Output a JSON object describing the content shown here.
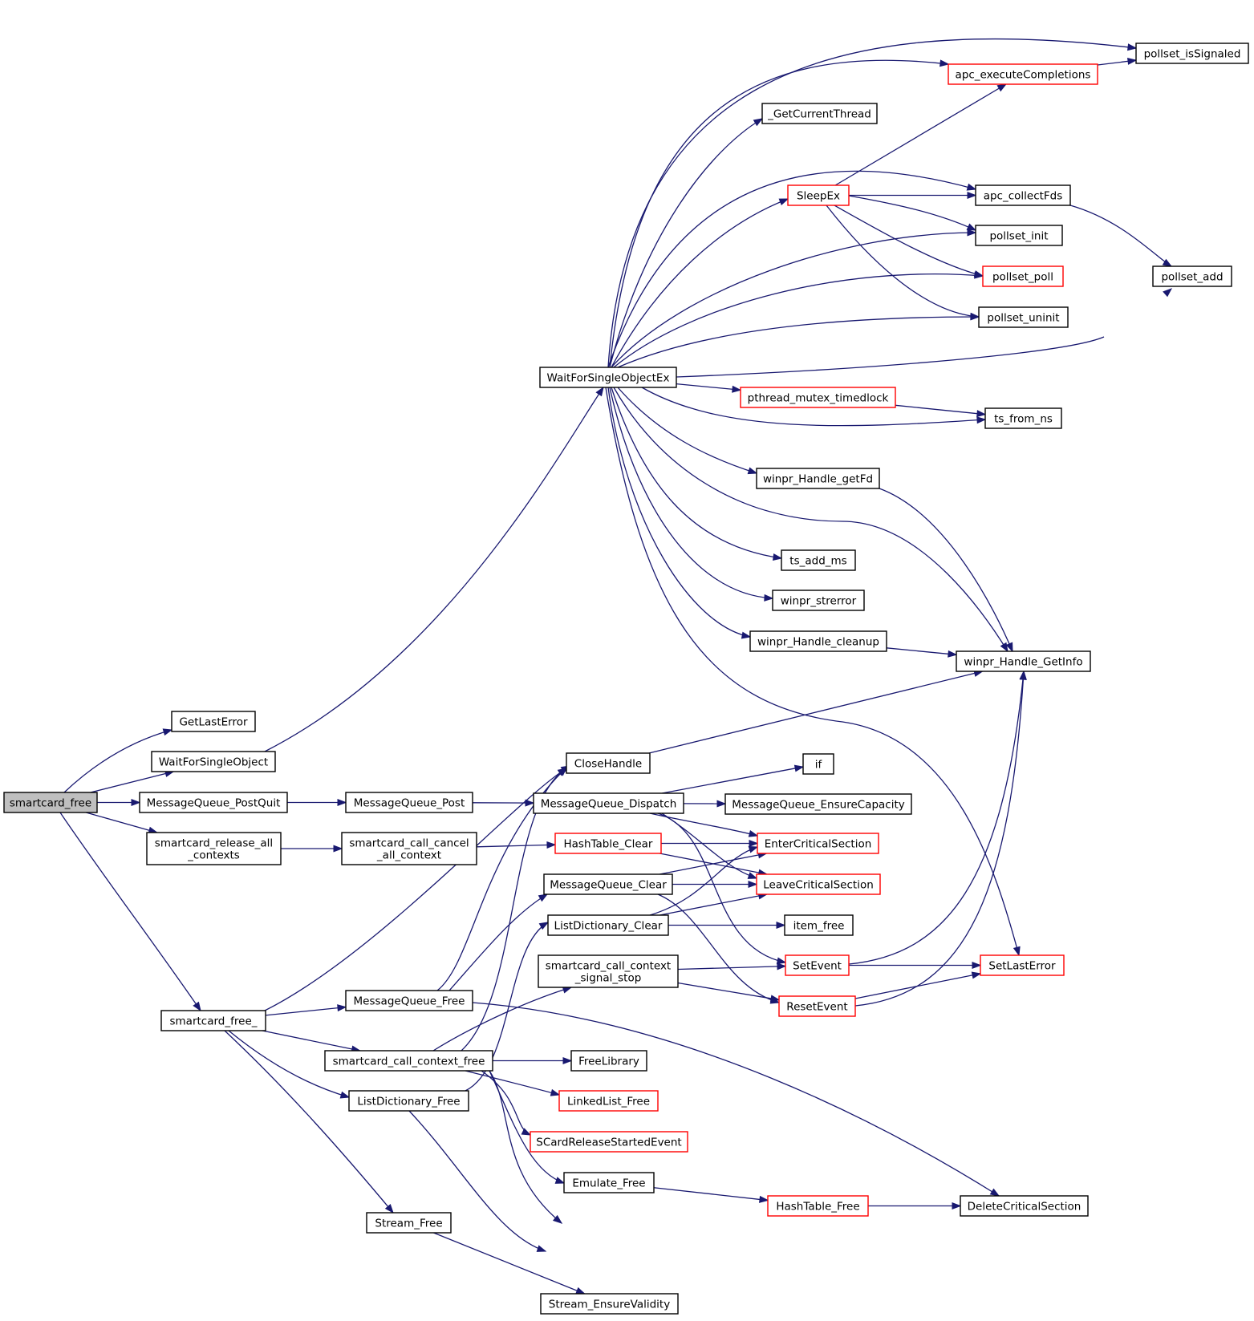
{
  "colors": {
    "edge": "#191970",
    "border_normal": "#000000",
    "border_truncated": "#ff0000",
    "root_fill": "#bfbfbf",
    "fill": "#ffffff"
  },
  "nodes": [
    {
      "id": "smartcard_free",
      "lines": [
        "smartcard_free"
      ],
      "style": "root"
    },
    {
      "id": "GetLastError",
      "lines": [
        "GetLastError"
      ],
      "style": "normal"
    },
    {
      "id": "WaitForSingleObject",
      "lines": [
        "WaitForSingleObject"
      ],
      "style": "normal"
    },
    {
      "id": "MessageQueue_PostQuit",
      "lines": [
        "MessageQueue_PostQuit"
      ],
      "style": "normal"
    },
    {
      "id": "smartcard_release_all_contexts",
      "lines": [
        "smartcard_release_all",
        "_contexts"
      ],
      "style": "normal"
    },
    {
      "id": "smartcard_free_",
      "lines": [
        "smartcard_free_"
      ],
      "style": "normal"
    },
    {
      "id": "MessageQueue_Post",
      "lines": [
        "MessageQueue_Post"
      ],
      "style": "normal"
    },
    {
      "id": "smartcard_call_cancel_all_context",
      "lines": [
        "smartcard_call_cancel",
        "_all_context"
      ],
      "style": "normal"
    },
    {
      "id": "MessageQueue_Free",
      "lines": [
        "MessageQueue_Free"
      ],
      "style": "normal"
    },
    {
      "id": "smartcard_call_context_free",
      "lines": [
        "smartcard_call_context_free"
      ],
      "style": "normal"
    },
    {
      "id": "ListDictionary_Free",
      "lines": [
        "ListDictionary_Free"
      ],
      "style": "normal"
    },
    {
      "id": "Stream_Free",
      "lines": [
        "Stream_Free"
      ],
      "style": "normal"
    },
    {
      "id": "WaitForSingleObjectEx",
      "lines": [
        "WaitForSingleObjectEx"
      ],
      "style": "normal"
    },
    {
      "id": "CloseHandle",
      "lines": [
        "CloseHandle"
      ],
      "style": "normal"
    },
    {
      "id": "MessageQueue_Dispatch",
      "lines": [
        "MessageQueue_Dispatch"
      ],
      "style": "normal"
    },
    {
      "id": "HashTable_Clear",
      "lines": [
        "HashTable_Clear"
      ],
      "style": "truncated"
    },
    {
      "id": "MessageQueue_Clear",
      "lines": [
        "MessageQueue_Clear"
      ],
      "style": "normal"
    },
    {
      "id": "ListDictionary_Clear",
      "lines": [
        "ListDictionary_Clear"
      ],
      "style": "normal"
    },
    {
      "id": "smartcard_call_context_signal_stop",
      "lines": [
        "smartcard_call_context",
        "_signal_stop"
      ],
      "style": "normal"
    },
    {
      "id": "FreeLibrary",
      "lines": [
        "FreeLibrary"
      ],
      "style": "normal"
    },
    {
      "id": "LinkedList_Free",
      "lines": [
        "LinkedList_Free"
      ],
      "style": "truncated"
    },
    {
      "id": "SCardReleaseStartedEvent",
      "lines": [
        "SCardReleaseStartedEvent"
      ],
      "style": "truncated"
    },
    {
      "id": "Emulate_Free",
      "lines": [
        "Emulate_Free"
      ],
      "style": "normal"
    },
    {
      "id": "Stream_EnsureValidity",
      "lines": [
        "Stream_EnsureValidity"
      ],
      "style": "normal"
    },
    {
      "id": "_GetCurrentThread",
      "lines": [
        "_GetCurrentThread"
      ],
      "style": "normal"
    },
    {
      "id": "SleepEx",
      "lines": [
        "SleepEx"
      ],
      "style": "truncated"
    },
    {
      "id": "apc_executeCompletions",
      "lines": [
        "apc_executeCompletions"
      ],
      "style": "truncated"
    },
    {
      "id": "pthread_mutex_timedlock",
      "lines": [
        "pthread_mutex_timedlock"
      ],
      "style": "truncated"
    },
    {
      "id": "winpr_Handle_getFd",
      "lines": [
        "winpr_Handle_getFd"
      ],
      "style": "normal"
    },
    {
      "id": "ts_add_ms",
      "lines": [
        "ts_add_ms"
      ],
      "style": "normal"
    },
    {
      "id": "winpr_strerror",
      "lines": [
        "winpr_strerror"
      ],
      "style": "normal"
    },
    {
      "id": "winpr_Handle_cleanup",
      "lines": [
        "winpr_Handle_cleanup"
      ],
      "style": "normal"
    },
    {
      "id": "if",
      "lines": [
        "if"
      ],
      "style": "normal"
    },
    {
      "id": "MessageQueue_EnsureCapacity",
      "lines": [
        "MessageQueue_EnsureCapacity"
      ],
      "style": "normal"
    },
    {
      "id": "EnterCriticalSection",
      "lines": [
        "EnterCriticalSection"
      ],
      "style": "truncated"
    },
    {
      "id": "LeaveCriticalSection",
      "lines": [
        "LeaveCriticalSection"
      ],
      "style": "truncated"
    },
    {
      "id": "item_free",
      "lines": [
        "item_free"
      ],
      "style": "normal"
    },
    {
      "id": "SetEvent",
      "lines": [
        "SetEvent"
      ],
      "style": "truncated"
    },
    {
      "id": "ResetEvent",
      "lines": [
        "ResetEvent"
      ],
      "style": "truncated"
    },
    {
      "id": "HashTable_Free",
      "lines": [
        "HashTable_Free"
      ],
      "style": "truncated"
    },
    {
      "id": "pollset_isSignaled",
      "lines": [
        "pollset_isSignaled"
      ],
      "style": "normal"
    },
    {
      "id": "apc_collectFds",
      "lines": [
        "apc_collectFds"
      ],
      "style": "normal"
    },
    {
      "id": "pollset_init",
      "lines": [
        "pollset_init"
      ],
      "style": "normal"
    },
    {
      "id": "pollset_poll",
      "lines": [
        "pollset_poll"
      ],
      "style": "truncated"
    },
    {
      "id": "pollset_uninit",
      "lines": [
        "pollset_uninit"
      ],
      "style": "normal"
    },
    {
      "id": "ts_from_ns",
      "lines": [
        "ts_from_ns"
      ],
      "style": "normal"
    },
    {
      "id": "winpr_Handle_GetInfo",
      "lines": [
        "winpr_Handle_GetInfo"
      ],
      "style": "normal"
    },
    {
      "id": "SetLastError",
      "lines": [
        "SetLastError"
      ],
      "style": "truncated"
    },
    {
      "id": "DeleteCriticalSection",
      "lines": [
        "DeleteCriticalSection"
      ],
      "style": "normal"
    },
    {
      "id": "pollset_add",
      "lines": [
        "pollset_add"
      ],
      "style": "normal"
    }
  ],
  "edges": [
    [
      "smartcard_free",
      "GetLastError"
    ],
    [
      "smartcard_free",
      "WaitForSingleObject"
    ],
    [
      "smartcard_free",
      "MessageQueue_PostQuit"
    ],
    [
      "smartcard_free",
      "smartcard_release_all_contexts"
    ],
    [
      "smartcard_free",
      "smartcard_free_"
    ],
    [
      "WaitForSingleObject",
      "WaitForSingleObjectEx"
    ],
    [
      "MessageQueue_PostQuit",
      "MessageQueue_Post"
    ],
    [
      "MessageQueue_Post",
      "MessageQueue_Dispatch"
    ],
    [
      "smartcard_release_all_contexts",
      "smartcard_call_cancel_all_context"
    ],
    [
      "smartcard_call_cancel_all_context",
      "HashTable_Clear"
    ],
    [
      "smartcard_free_",
      "CloseHandle"
    ],
    [
      "smartcard_free_",
      "MessageQueue_Free"
    ],
    [
      "smartcard_free_",
      "smartcard_call_context_free"
    ],
    [
      "smartcard_free_",
      "ListDictionary_Free"
    ],
    [
      "smartcard_free_",
      "Stream_Free"
    ],
    [
      "MessageQueue_Free",
      "CloseHandle"
    ],
    [
      "MessageQueue_Free",
      "MessageQueue_Clear"
    ],
    [
      "MessageQueue_Free",
      "DeleteCriticalSection"
    ],
    [
      "smartcard_call_context_free",
      "CloseHandle"
    ],
    [
      "smartcard_call_context_free",
      "smartcard_call_context_signal_stop"
    ],
    [
      "smartcard_call_context_free",
      "FreeLibrary"
    ],
    [
      "smartcard_call_context_free",
      "LinkedList_Free"
    ],
    [
      "smartcard_call_context_free",
      "SCardReleaseStartedEvent"
    ],
    [
      "smartcard_call_context_free",
      "Emulate_Free"
    ],
    [
      "smartcard_call_context_free",
      "HashTable_Free"
    ],
    [
      "ListDictionary_Free",
      "ListDictionary_Clear"
    ],
    [
      "ListDictionary_Free",
      "DeleteCriticalSection"
    ],
    [
      "Stream_Free",
      "Stream_EnsureValidity"
    ],
    [
      "CloseHandle",
      "winpr_Handle_GetInfo"
    ],
    [
      "MessageQueue_Dispatch",
      "if"
    ],
    [
      "MessageQueue_Dispatch",
      "MessageQueue_EnsureCapacity"
    ],
    [
      "MessageQueue_Dispatch",
      "EnterCriticalSection"
    ],
    [
      "MessageQueue_Dispatch",
      "LeaveCriticalSection"
    ],
    [
      "MessageQueue_Dispatch",
      "SetEvent"
    ],
    [
      "HashTable_Clear",
      "EnterCriticalSection"
    ],
    [
      "HashTable_Clear",
      "LeaveCriticalSection"
    ],
    [
      "MessageQueue_Clear",
      "EnterCriticalSection"
    ],
    [
      "MessageQueue_Clear",
      "LeaveCriticalSection"
    ],
    [
      "MessageQueue_Clear",
      "ResetEvent"
    ],
    [
      "ListDictionary_Clear",
      "EnterCriticalSection"
    ],
    [
      "ListDictionary_Clear",
      "LeaveCriticalSection"
    ],
    [
      "ListDictionary_Clear",
      "item_free"
    ],
    [
      "smartcard_call_context_signal_stop",
      "SetEvent"
    ],
    [
      "smartcard_call_context_signal_stop",
      "ResetEvent"
    ],
    [
      "Emulate_Free",
      "HashTable_Free"
    ],
    [
      "HashTable_Free",
      "DeleteCriticalSection"
    ],
    [
      "SetEvent",
      "winpr_Handle_GetInfo"
    ],
    [
      "SetEvent",
      "SetLastError"
    ],
    [
      "ResetEvent",
      "winpr_Handle_GetInfo"
    ],
    [
      "ResetEvent",
      "SetLastError"
    ],
    [
      "WaitForSingleObjectEx",
      "pollset_isSignaled"
    ],
    [
      "WaitForSingleObjectEx",
      "apc_executeCompletions"
    ],
    [
      "WaitForSingleObjectEx",
      "_GetCurrentThread"
    ],
    [
      "WaitForSingleObjectEx",
      "apc_collectFds"
    ],
    [
      "WaitForSingleObjectEx",
      "SleepEx"
    ],
    [
      "WaitForSingleObjectEx",
      "pollset_init"
    ],
    [
      "WaitForSingleObjectEx",
      "pollset_poll"
    ],
    [
      "WaitForSingleObjectEx",
      "pollset_uninit"
    ],
    [
      "WaitForSingleObjectEx",
      "pollset_add"
    ],
    [
      "WaitForSingleObjectEx",
      "pthread_mutex_timedlock"
    ],
    [
      "WaitForSingleObjectEx",
      "ts_from_ns"
    ],
    [
      "WaitForSingleObjectEx",
      "winpr_Handle_getFd"
    ],
    [
      "WaitForSingleObjectEx",
      "winpr_Handle_GetInfo"
    ],
    [
      "WaitForSingleObjectEx",
      "ts_add_ms"
    ],
    [
      "WaitForSingleObjectEx",
      "winpr_strerror"
    ],
    [
      "WaitForSingleObjectEx",
      "winpr_Handle_cleanup"
    ],
    [
      "WaitForSingleObjectEx",
      "SetLastError"
    ],
    [
      "SleepEx",
      "apc_executeCompletions"
    ],
    [
      "SleepEx",
      "apc_collectFds"
    ],
    [
      "SleepEx",
      "pollset_init"
    ],
    [
      "SleepEx",
      "pollset_poll"
    ],
    [
      "SleepEx",
      "pollset_uninit"
    ],
    [
      "apc_executeCompletions",
      "pollset_isSignaled"
    ],
    [
      "apc_collectFds",
      "pollset_add"
    ],
    [
      "pthread_mutex_timedlock",
      "ts_from_ns"
    ],
    [
      "winpr_Handle_getFd",
      "winpr_Handle_GetInfo"
    ],
    [
      "winpr_Handle_cleanup",
      "winpr_Handle_GetInfo"
    ]
  ]
}
